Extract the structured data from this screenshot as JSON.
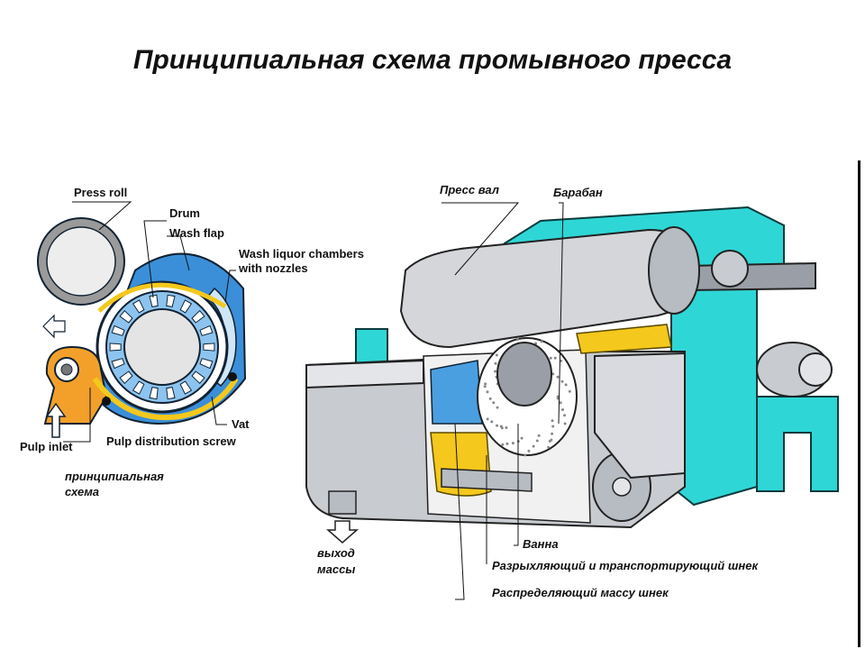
{
  "title": "Принципиальная схема промывного пресса",
  "left_diagram": {
    "labels": {
      "press_roll": "Press roll",
      "drum": "Drum",
      "wash_flap": "Wash flap",
      "wash_liquor_1": "Wash liquor chambers",
      "wash_liquor_2": "with nozzles",
      "vat": "Vat",
      "pulp_inlet": "Pulp inlet",
      "pulp_distribution_screw": "Pulp distribution screw"
    },
    "caption_line1": "принципиальная",
    "caption_line2": "схема"
  },
  "right_diagram": {
    "labels": {
      "press_val": "Пресс вал",
      "baraban": "Барабан",
      "vanna": "Ванна",
      "razryhl": "Разрыхляющий и транспортирующий шнек",
      "raspred": "Распределяющий массу шнек",
      "vyhod_1": "выход",
      "vyhod_2": "массы"
    }
  },
  "colors": {
    "cyan_frame": "#2fd6d6",
    "gray_metal": "#c8cbd0",
    "yellow": "#f4c81c",
    "blue_drum": "#4a9fe0",
    "orange": "#f2a02a"
  }
}
